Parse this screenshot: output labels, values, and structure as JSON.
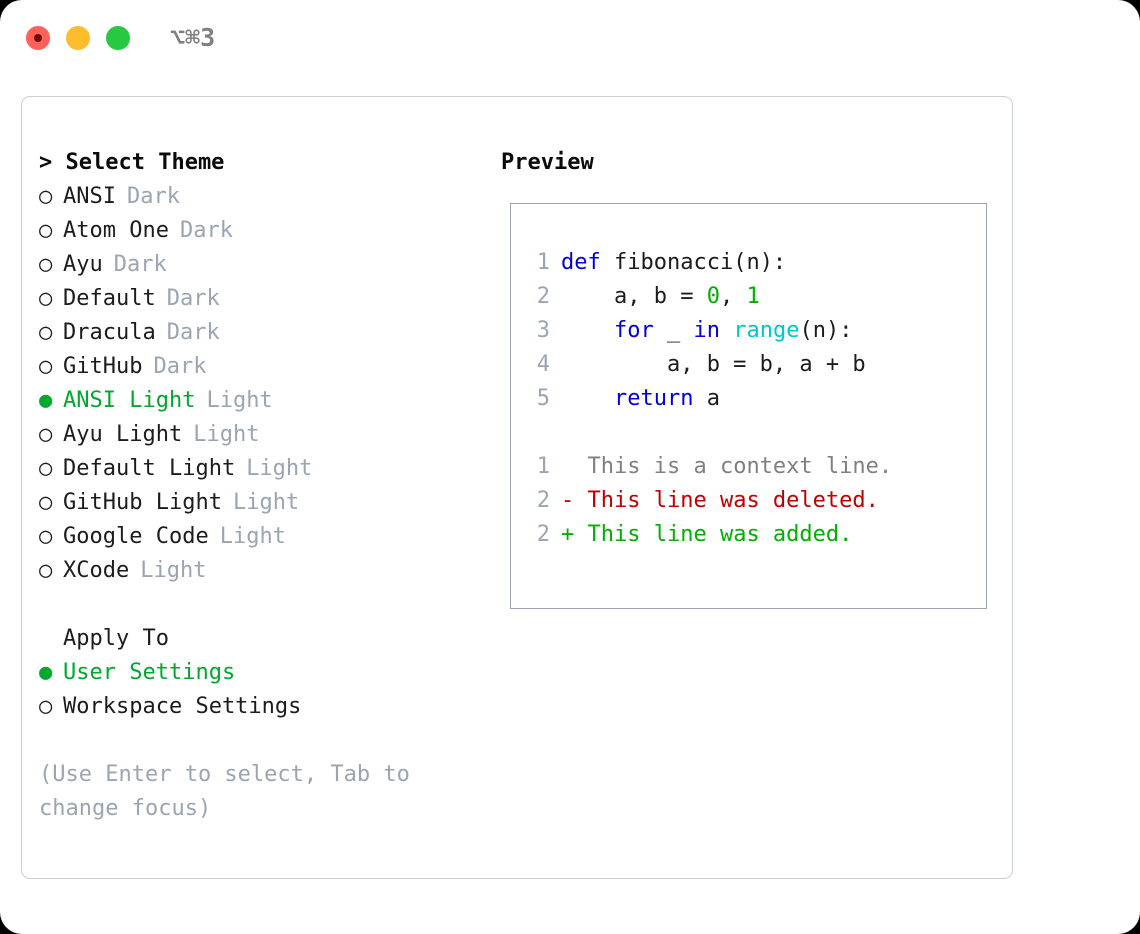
{
  "window": {
    "shortcut_label": "⌥⌘3",
    "traffic_lights": {
      "close": "close-dot",
      "minimize": "minimize-dot",
      "maximize": "maximize-dot"
    }
  },
  "theme_panel": {
    "title": "> Select Theme",
    "focus_prefix": ">",
    "marker_selected": "●",
    "marker_unselected": "○",
    "selected_color": "#00a82d",
    "options": [
      {
        "marker": "○",
        "name": "ANSI",
        "variant": "Dark",
        "selected": false
      },
      {
        "marker": "○",
        "name": "Atom One",
        "variant": "Dark",
        "selected": false
      },
      {
        "marker": "○",
        "name": "Ayu",
        "variant": "Dark",
        "selected": false
      },
      {
        "marker": "○",
        "name": "Default",
        "variant": "Dark",
        "selected": false
      },
      {
        "marker": "○",
        "name": "Dracula",
        "variant": "Dark",
        "selected": false
      },
      {
        "marker": "○",
        "name": "GitHub",
        "variant": "Dark",
        "selected": false
      },
      {
        "marker": "●",
        "name": "ANSI Light",
        "variant": "Light",
        "selected": true
      },
      {
        "marker": "○",
        "name": "Ayu Light",
        "variant": "Light",
        "selected": false
      },
      {
        "marker": "○",
        "name": "Default Light",
        "variant": "Light",
        "selected": false
      },
      {
        "marker": "○",
        "name": "GitHub Light",
        "variant": "Light",
        "selected": false
      },
      {
        "marker": "○",
        "name": "Google Code",
        "variant": "Light",
        "selected": false
      },
      {
        "marker": "○",
        "name": "XCode",
        "variant": "Light",
        "selected": false
      }
    ]
  },
  "apply_to": {
    "title": "Apply To",
    "options": [
      {
        "marker": "●",
        "label": "User Settings",
        "selected": true
      },
      {
        "marker": "○",
        "label": "Workspace Settings",
        "selected": false
      }
    ]
  },
  "hint": "(Use Enter to select, Tab to change focus)",
  "preview": {
    "title": "Preview",
    "code_lines": [
      {
        "num": "1",
        "tokens": [
          {
            "t": "def",
            "c": "kw"
          },
          {
            "t": " fibonacci(n):",
            "c": "pln"
          }
        ]
      },
      {
        "num": "2",
        "tokens": [
          {
            "t": "    a, b = ",
            "c": "pln"
          },
          {
            "t": "0",
            "c": "num"
          },
          {
            "t": ", ",
            "c": "pln"
          },
          {
            "t": "1",
            "c": "num"
          }
        ]
      },
      {
        "num": "3",
        "tokens": [
          {
            "t": "    ",
            "c": "pln"
          },
          {
            "t": "for",
            "c": "kw"
          },
          {
            "t": " _ ",
            "c": "pln"
          },
          {
            "t": "in",
            "c": "kw"
          },
          {
            "t": " ",
            "c": "pln"
          },
          {
            "t": "range",
            "c": "bif"
          },
          {
            "t": "(n):",
            "c": "pln"
          }
        ]
      },
      {
        "num": "4",
        "tokens": [
          {
            "t": "        a, b = b, a + b",
            "c": "pln"
          }
        ]
      },
      {
        "num": "5",
        "tokens": [
          {
            "t": "    ",
            "c": "pln"
          },
          {
            "t": "return",
            "c": "kw"
          },
          {
            "t": " a",
            "c": "pln"
          }
        ]
      }
    ],
    "diff_lines": [
      {
        "num": "1",
        "marker": "  ",
        "text": "This is a context line.",
        "c": "ctx"
      },
      {
        "num": "2",
        "marker": "- ",
        "text": "This line was deleted.",
        "c": "del"
      },
      {
        "num": "2",
        "marker": "+ ",
        "text": "This line was added.",
        "c": "add"
      }
    ]
  },
  "colors": {
    "keyword": "#0000dd",
    "builtin": "#00c8c8",
    "number": "#00b000",
    "plain": "#1c1c1c",
    "line_number": "#9aa5b1",
    "diff_context": "#808080",
    "diff_deleted": "#c00000",
    "diff_added": "#00b000",
    "muted": "#9aa5b1"
  }
}
